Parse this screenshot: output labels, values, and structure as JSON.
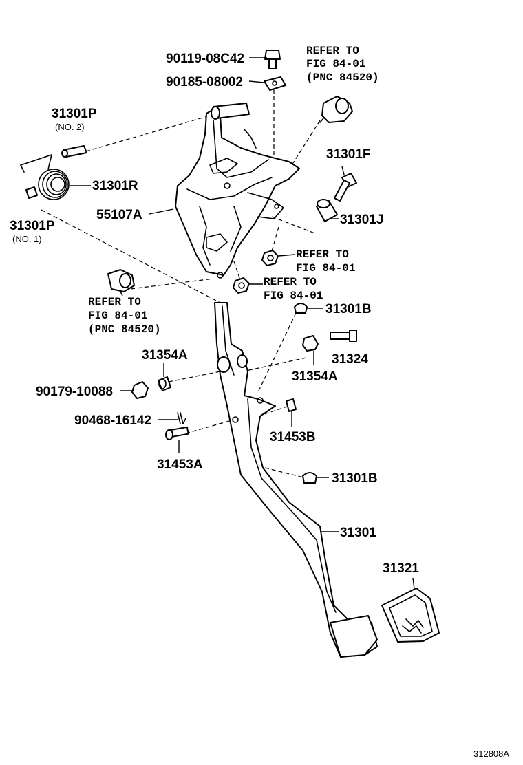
{
  "labels": {
    "p90119": "90119-08C42",
    "p90185": "90185-08002",
    "refer_top": [
      "REFER TO",
      "FIG 84-01",
      "(PNC 84520)"
    ],
    "p31301P_no2": "31301P",
    "p31301P_no2_sub": "(NO. 2)",
    "p31301R": "31301R",
    "p55107A": "55107A",
    "p31301P_no1": "31301P",
    "p31301P_no1_sub": "(NO. 1)",
    "p31301F": "31301F",
    "p31301J": "31301J",
    "refer_mid1": [
      "REFER TO",
      "FIG 84-01"
    ],
    "refer_mid2": [
      "REFER TO",
      "FIG 84-01"
    ],
    "refer_left": [
      "REFER TO",
      "FIG 84-01",
      "(PNC 84520)"
    ],
    "p31301B_top": "31301B",
    "p31324": "31324",
    "p31354A_left": "31354A",
    "p31354A_right": "31354A",
    "p90179": "90179-10088",
    "p90468": "90468-16142",
    "p31453B": "31453B",
    "p31453A": "31453A",
    "p31301B_bot": "31301B",
    "p31301": "31301",
    "p31321": "31321",
    "figure_id": "312808A"
  }
}
